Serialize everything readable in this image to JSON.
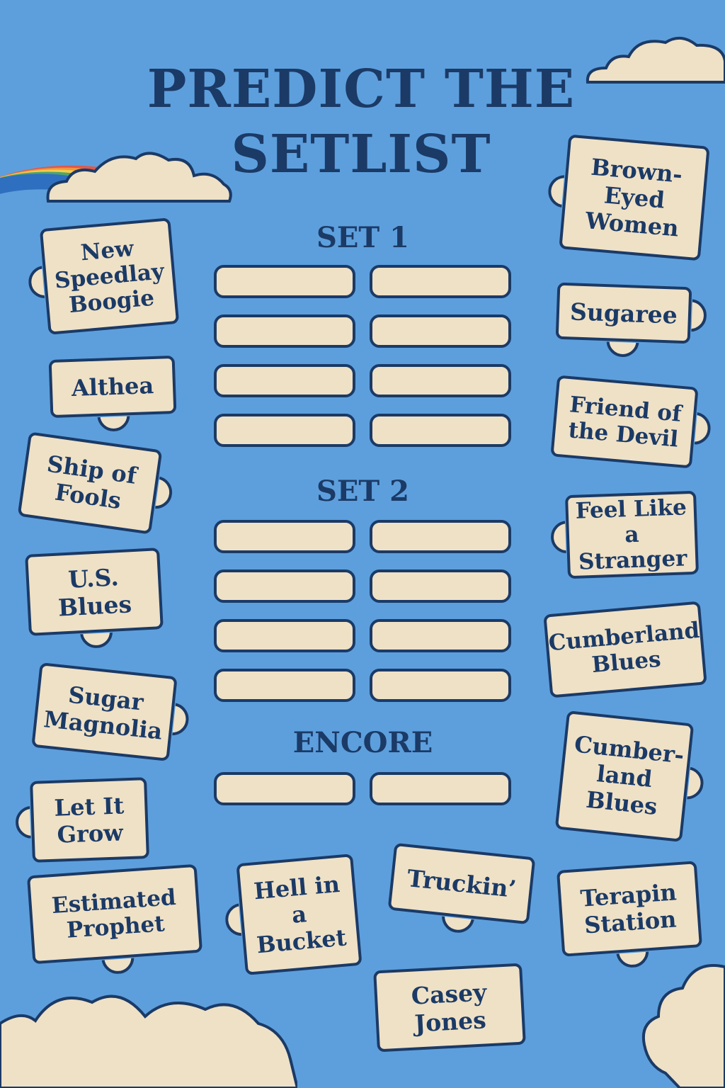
{
  "title": "PREDICT THE SETLIST",
  "sets": [
    {
      "heading": "SET 1"
    },
    {
      "heading": "SET 2"
    },
    {
      "heading": "ENCORE"
    }
  ],
  "songs": [
    "New Speedlay Boogie",
    "Althea",
    "Ship of Fools",
    "U.S. Blues",
    "Sugar Magnolia",
    "Let It Grow",
    "Estimated Prophet",
    "Hell in a Bucket",
    "Truckin’",
    "Casey Jones",
    "Brown-Eyed Women",
    "Sugaree",
    "Friend of the Devil",
    "Feel Like a Stranger",
    "Cumberland Blues",
    "Cumber-land Blues",
    "Terapin Station"
  ],
  "colors": {
    "background": "#5d9fdd",
    "ink": "#1b3a66",
    "paper": "#efe1c6",
    "rainbow": [
      "#e0584b",
      "#f0963f",
      "#f3cd4a",
      "#4fa46e",
      "#2f6fc0"
    ]
  }
}
